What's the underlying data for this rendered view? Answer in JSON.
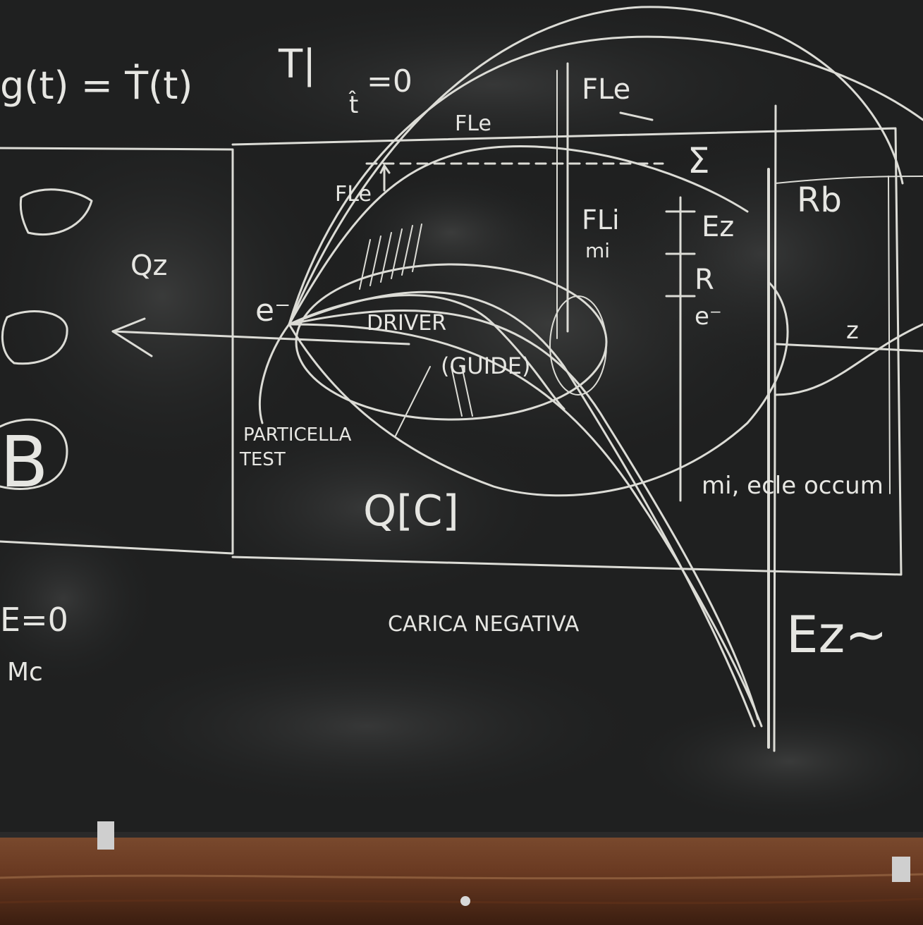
{
  "scene": {
    "subject": "chalkboard with plasma wakefield acceleration sketch",
    "colors": {
      "board": "#1f2020",
      "chalk": "#e6e6e2",
      "smudge": "#3a3b3b",
      "wood": "#6a3a22",
      "wood_dark": "#3b1e10"
    }
  },
  "board": {
    "top_left_formula": "g(t) = Ṫ(t)",
    "top_mid_formula": "T|",
    "top_mid_subscript": "t̂",
    "top_mid_rhs": "=0",
    "label_qz": "Qz",
    "label_e_minus": "e⁻",
    "label_driver": "DRIVER",
    "label_guide": "(GUIDE)",
    "label_test_particle_1": "PARTICELLA",
    "label_test_particle_2": "TEST",
    "label_qc": "Q[C]",
    "label_negative_charge": "CARICA NEGATIVA",
    "label_f_le_1": "FLe",
    "label_f_le_2": "FLe",
    "label_f_le_3": "FLe",
    "label_f_li": "FLi",
    "label_mi": "mi",
    "label_sigma": "Σ",
    "label_ez": "Ez",
    "label_r": "R",
    "label_e_small": "e⁻",
    "label_rb": "Rb",
    "label_z": "z",
    "label_mi_occupy": "mi, ecle occum",
    "label_ez_big": "Ez~",
    "left_e_eq_zero": "E=0",
    "left_mc": "Mc",
    "left_b": "B"
  }
}
